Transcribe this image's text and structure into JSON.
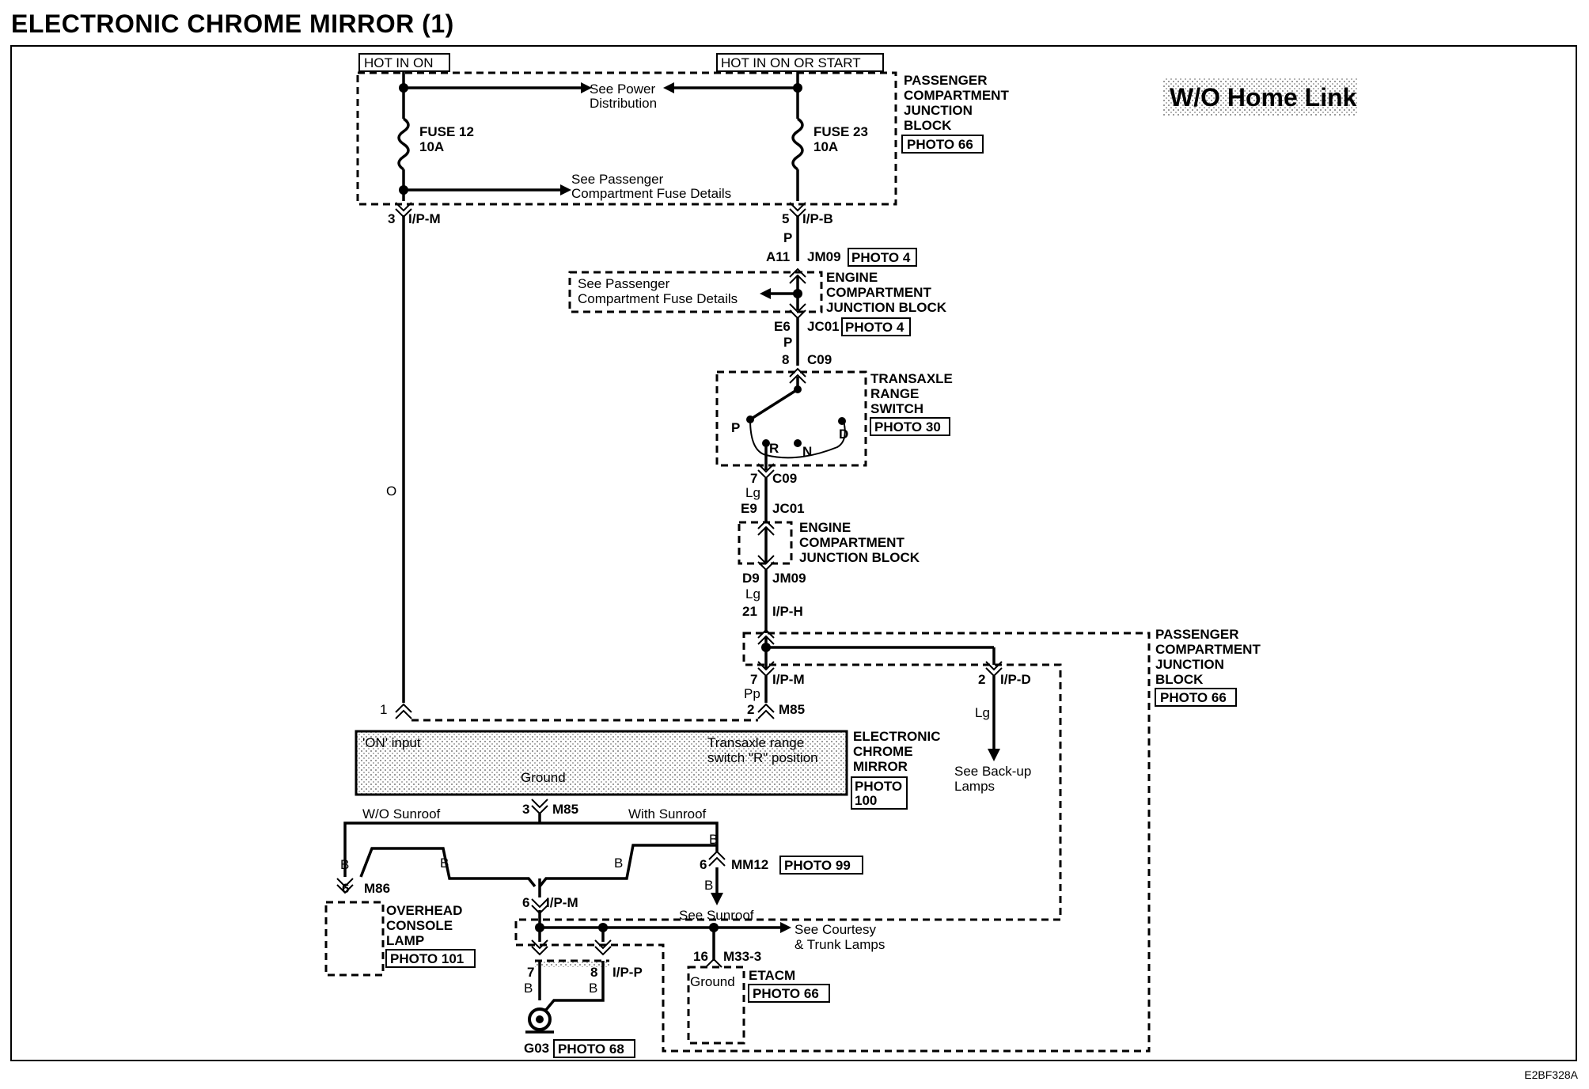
{
  "title": "ELECTRONIC CHROME MIRROR (1)",
  "variant": "W/O Home Link",
  "reference_code": "E2BF328A",
  "colors": {
    "wire": "#000000",
    "shade": "#d8d8d8",
    "background": "#ffffff"
  },
  "power": {
    "hot_in_on": "HOT IN ON",
    "hot_in_on_or_start": "HOT IN ON OR START"
  },
  "pcjb_top": {
    "label": "PASSENGER COMPARTMENT JUNCTION BLOCK",
    "line1": "PASSENGER",
    "line2": "COMPARTMENT",
    "line3": "JUNCTION",
    "line4": "BLOCK",
    "photo": "PHOTO 66",
    "see_power_1": "See Power",
    "see_power_2": "Distribution",
    "see_fuse_1": "See Passenger",
    "see_fuse_2": "Compartment Fuse Details",
    "fuse12_name": "FUSE 12",
    "fuse12_rating": "10A",
    "fuse23_name": "FUSE 23",
    "fuse23_rating": "10A"
  },
  "connectors": {
    "ipm_left_pin": "3",
    "ipm_left": "I/P-M",
    "ipb_pin": "5",
    "ipb": "I/P-B",
    "jm09_top_pin": "A11",
    "jm09_top": "JM09",
    "jm09_top_photo": "PHOTO 4",
    "jc01_top_pin": "E6",
    "jc01_top": "JC01",
    "jc01_top_photo": "PHOTO 4",
    "c09_top_pin": "8",
    "c09_top": "C09",
    "c09_bot_pin": "7",
    "c09_bot": "C09",
    "jc01_bot_pin": "E9",
    "jc01_bot": "JC01",
    "jm09_bot_pin": "D9",
    "jm09_bot": "JM09",
    "iph_pin": "21",
    "iph": "I/P-H",
    "ipm_mid_pin": "7",
    "ipm_mid": "I/P-M",
    "ipd_pin": "2",
    "ipd": "I/P-D",
    "m85_pin1": "1",
    "m85_pin2": "2",
    "m85_top": "M85",
    "m85_gnd_pin": "3",
    "m85_gnd": "M85",
    "mm12_pin": "6",
    "mm12": "MM12",
    "mm12_photo": "PHOTO 99",
    "m86_pin": "6",
    "m86": "M86",
    "ipm_bot_pin": "6",
    "ipm_bot": "I/P-M",
    "ipp_pin7": "7",
    "ipp_pin8": "8",
    "ipp": "I/P-P",
    "m333_pin": "16",
    "m333": "M33-3",
    "g03": "G03",
    "g03_photo": "PHOTO 68"
  },
  "wire_colors": {
    "p1": "P",
    "p2": "P",
    "o": "O",
    "lg1": "Lg",
    "lg2": "Lg",
    "lg3": "Lg",
    "pp": "Pp",
    "b_mm12_top": "B",
    "b_mm12_bot": "B",
    "b_m86": "B",
    "b_left_mid": "B",
    "b_right_mid": "B",
    "b_ipp7": "B",
    "b_ipp8": "B"
  },
  "ecjb_top": {
    "see_1": "See Passenger",
    "see_2": "Compartment Fuse Details",
    "line1": "ENGINE",
    "line2": "COMPARTMENT",
    "line3": "JUNCTION BLOCK"
  },
  "transaxle": {
    "line1": "TRANSAXLE",
    "line2": "RANGE",
    "line3": "SWITCH",
    "photo": "PHOTO 30",
    "pos_p": "P",
    "pos_r": "R",
    "pos_n": "N",
    "pos_d": "D"
  },
  "ecjb_bot": {
    "line1": "ENGINE",
    "line2": "COMPARTMENT",
    "line3": "JUNCTION BLOCK"
  },
  "pcjb_right": {
    "line1": "PASSENGER",
    "line2": "COMPARTMENT",
    "line3": "JUNCTION",
    "line4": "BLOCK",
    "photo": "PHOTO 66"
  },
  "backup": {
    "line1": "See Back-up",
    "line2": "Lamps"
  },
  "mirror": {
    "on_input": "'ON' input",
    "trans_1": "Transaxle range",
    "trans_2": "switch \"R\" position",
    "ground": "Ground",
    "line1": "ELECTRONIC",
    "line2": "CHROME",
    "line3": "MIRROR",
    "photo_1": "PHOTO",
    "photo_2": "100"
  },
  "sunroof": {
    "without": "W/O Sunroof",
    "with": "With Sunroof",
    "see": "See Sunroof"
  },
  "overhead": {
    "line1": "OVERHEAD",
    "line2": "CONSOLE",
    "line3": "LAMP",
    "photo": "PHOTO 101"
  },
  "courtesy": {
    "line1": "See Courtesy",
    "line2": "& Trunk Lamps"
  },
  "etacm": {
    "ground": "Ground",
    "name": "ETACM",
    "photo": "PHOTO 66"
  }
}
